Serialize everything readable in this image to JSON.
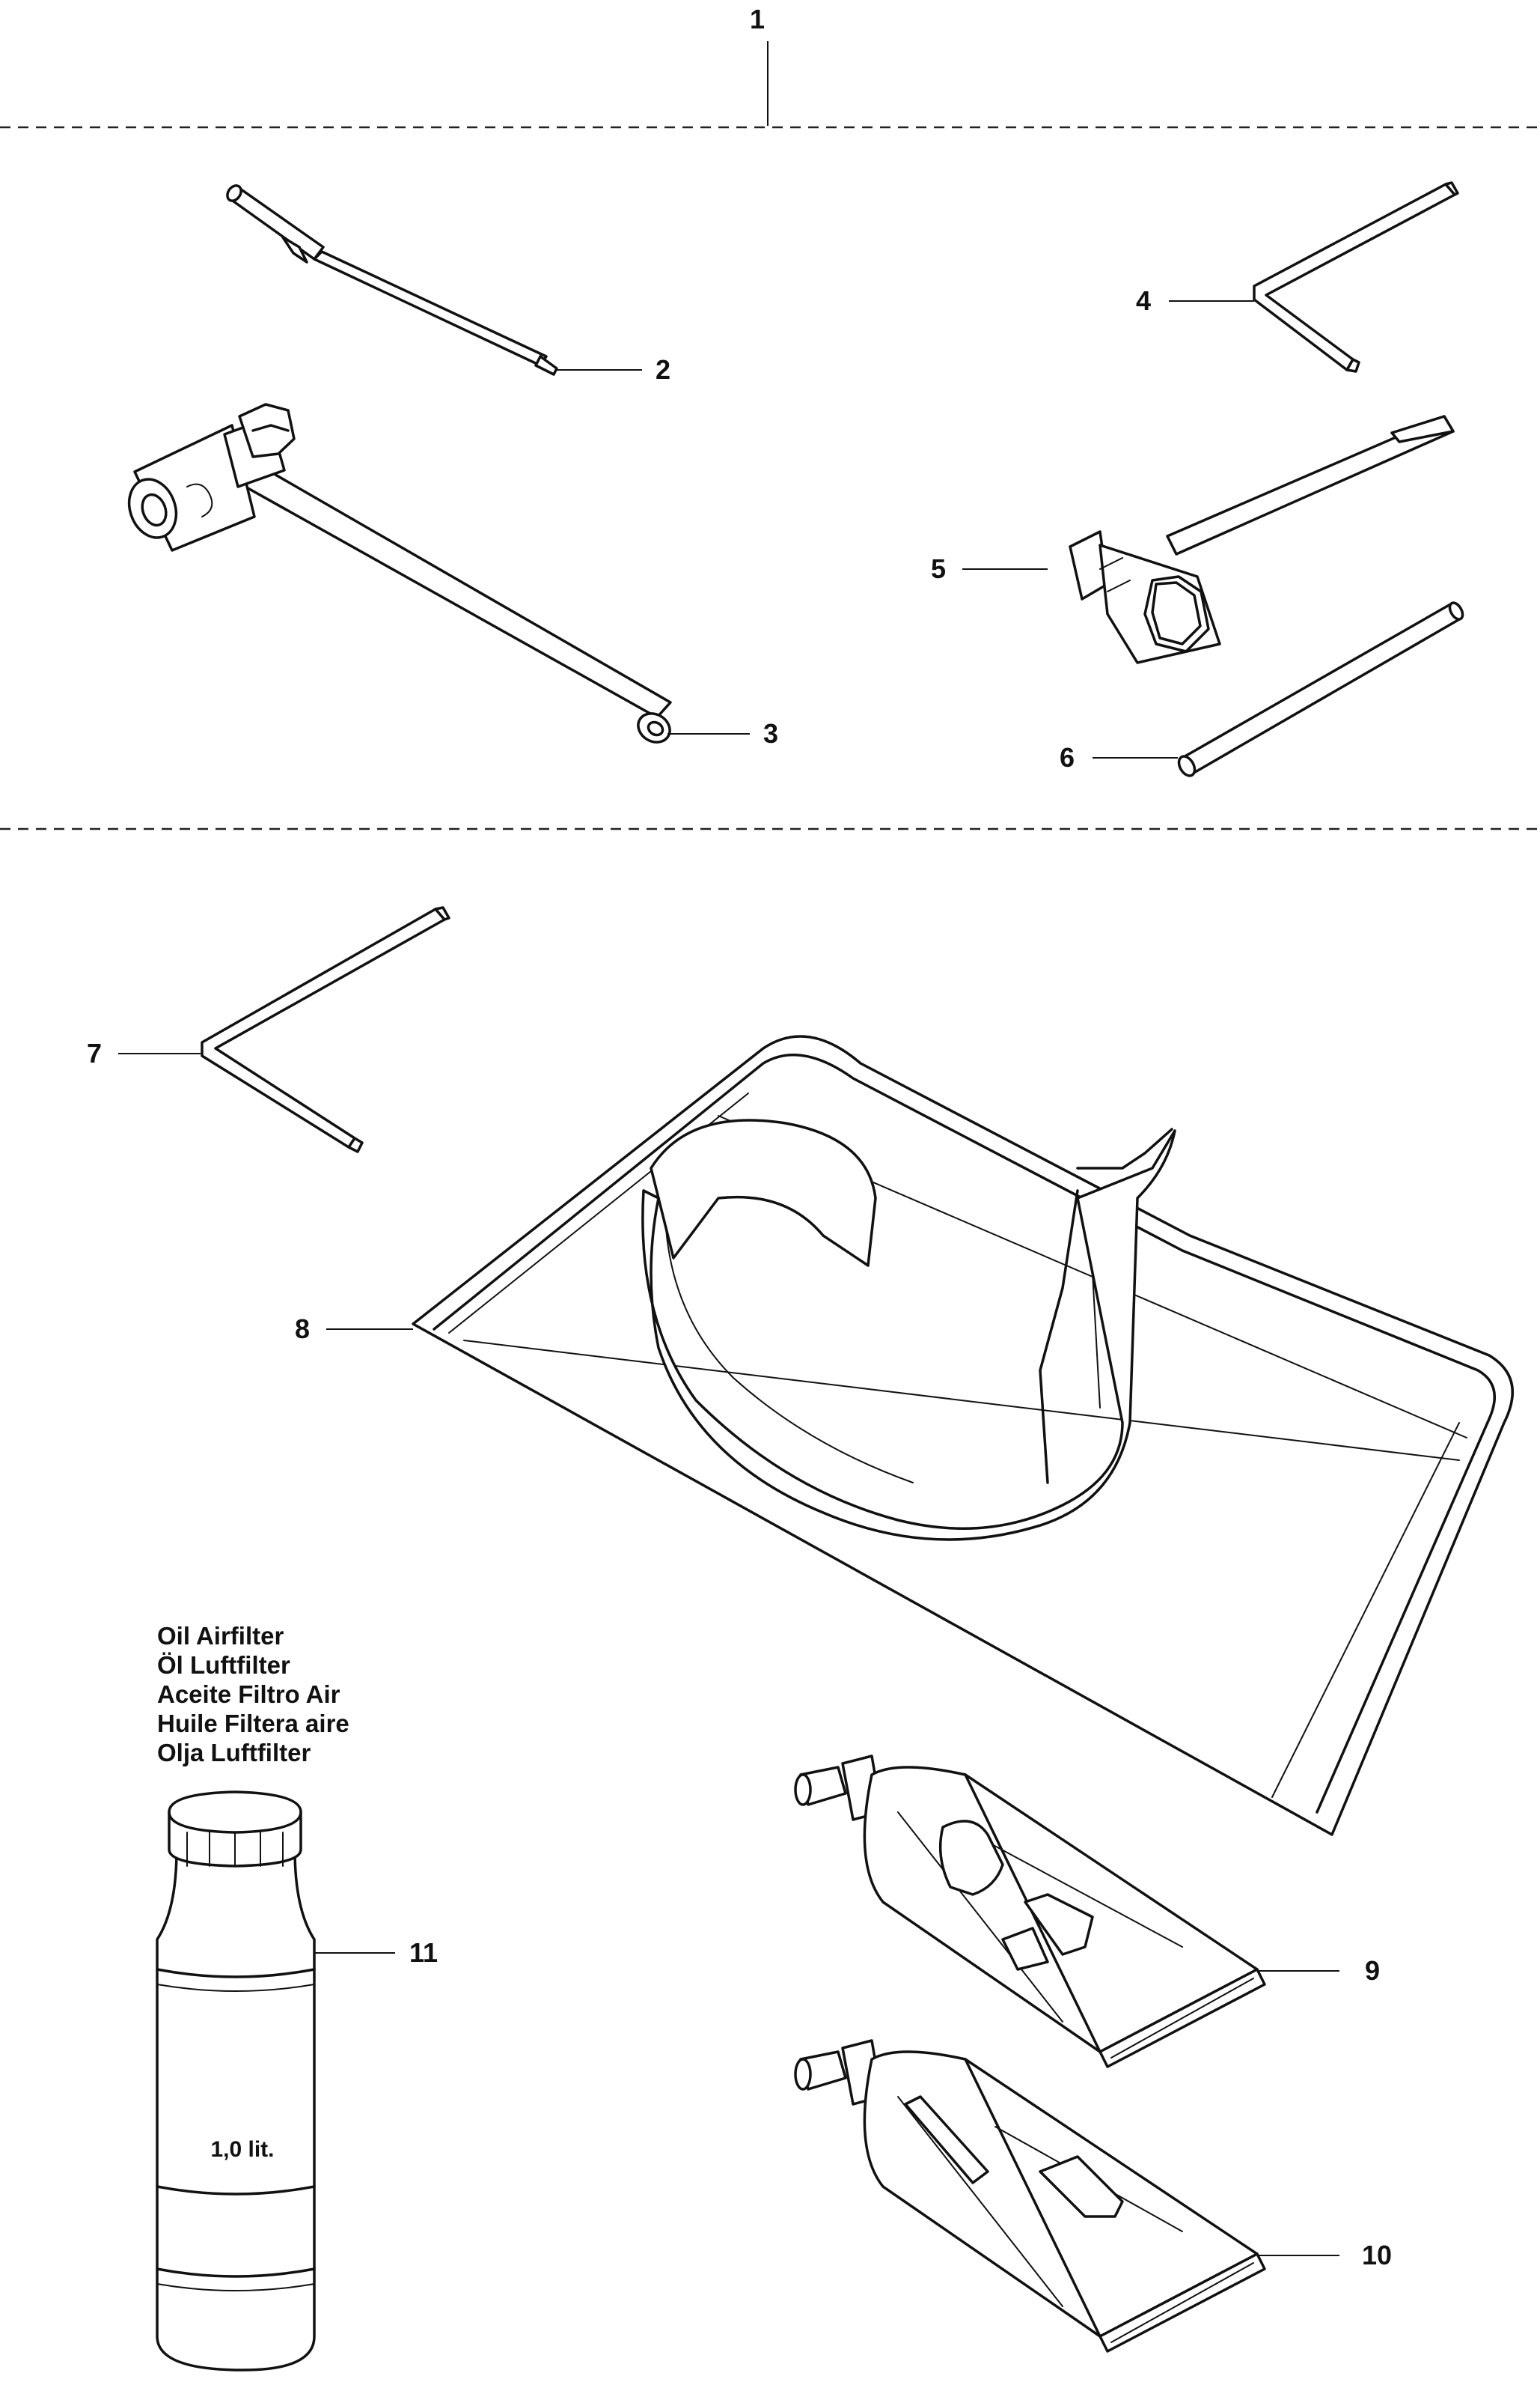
{
  "callouts": {
    "c1": "1",
    "c2": "2",
    "c3": "3",
    "c4": "4",
    "c5": "5",
    "c6": "6",
    "c7": "7",
    "c8": "8",
    "c9": "9",
    "c10": "10",
    "c11": "11"
  },
  "oil_label": {
    "line1": "Oil Airfilter",
    "line2": "Öl Luftfilter",
    "line3": "Aceite Filtro Air",
    "line4": "Huile Filtera aire",
    "line5": "Olja Luftfilter"
  },
  "bottle_volume": "1,0 lit."
}
